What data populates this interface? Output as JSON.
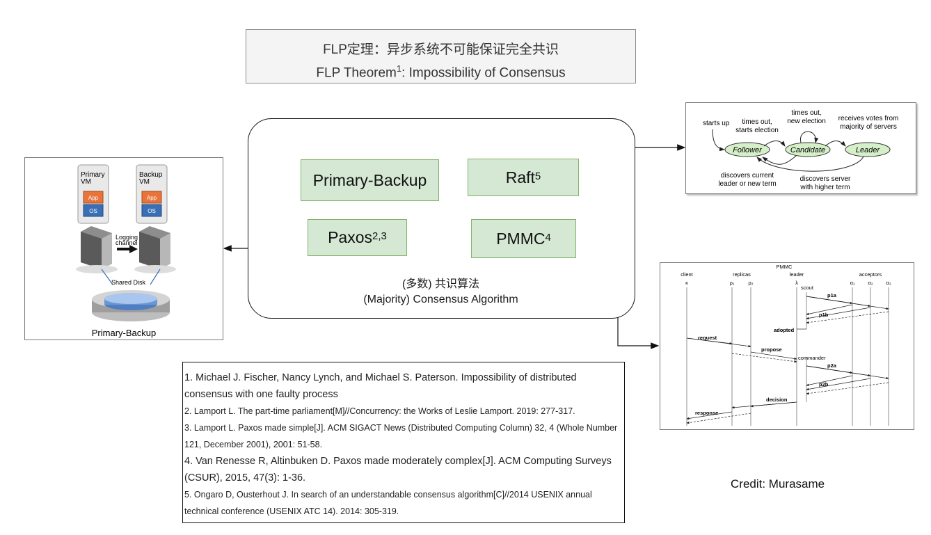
{
  "title": {
    "line1": "FLP定理：异步系统不可能保证完全共识",
    "line2_main": "FLP Theorem",
    "line2_sup": "1",
    "line2_rest": ": Impossibility of Consensus"
  },
  "algorithms": {
    "primary_backup": {
      "label": "Primary-Backup"
    },
    "raft": {
      "label": "Raft",
      "sup": "5"
    },
    "paxos": {
      "label": "Paxos",
      "sup": "2,3"
    },
    "pmmc": {
      "label": "PMMC",
      "sup": "4"
    },
    "caption_zh": "(多数) 共识算法",
    "caption_en": "(Majority) Consensus Algorithm"
  },
  "primary_backup_panel": {
    "primary_vm": [
      "Primary",
      "VM"
    ],
    "backup_vm": [
      "Backup",
      "VM"
    ],
    "app": "App",
    "os": "OS",
    "logging": [
      "Logging",
      "channel"
    ],
    "shared_disk": "Shared Disk",
    "caption": "Primary-Backup"
  },
  "raft_panel": {
    "states": [
      "Follower",
      "Candidate",
      "Leader"
    ],
    "starts_up": "starts up",
    "timeout_start": [
      "times out,",
      "starts election"
    ],
    "timeout_new": [
      "times out,",
      "new election"
    ],
    "receives_votes": [
      "receives votes from",
      "majority of servers"
    ],
    "discovers_current": [
      "discovers current",
      "leader or new term"
    ],
    "discovers_server": [
      "discovers server",
      "with higher term"
    ]
  },
  "pmmc_panel": {
    "title": "PMMC",
    "roles": [
      "client",
      "replicas",
      "leader",
      "acceptors"
    ],
    "symbols": [
      "κ",
      "ρ₁",
      "ρ₂",
      "λ",
      "α₁",
      "α₂",
      "α₃"
    ],
    "messages": [
      "scout",
      "p1a",
      "p1b",
      "adopted",
      "request",
      "propose",
      "commander",
      "p2a",
      "p2b",
      "decision",
      "response"
    ]
  },
  "references": [
    "1.  Michael J. Fischer, Nancy Lynch, and Michael S. Paterson. Impossibility of distributed consensus with one faulty process",
    "2. Lamport L. The part-time parliament[M]//Concurrency: the Works of Leslie Lamport. 2019: 277-317.",
    "3. Lamport L. Paxos made simple[J]. ACM SIGACT News (Distributed Computing Column) 32, 4 (Whole Number 121, December 2001), 2001: 51-58.",
    "4. Van Renesse R, Altinbuken D. Paxos made moderately complex[J]. ACM Computing Surveys (CSUR), 2015, 47(3): 1-36.",
    "5. Ongaro D, Ousterhout J. In search of an understandable consensus algorithm[C]//2014 USENIX annual technical conference (USENIX ATC 14). 2014: 305-319."
  ],
  "credit": "Credit: Murasame",
  "colors": {
    "box_fill": "#d5e8d4",
    "box_stroke": "#82b366",
    "raft_state_fill": "#d5f0c8",
    "app_orange": "#e8743b",
    "os_blue": "#3a6fb5"
  }
}
